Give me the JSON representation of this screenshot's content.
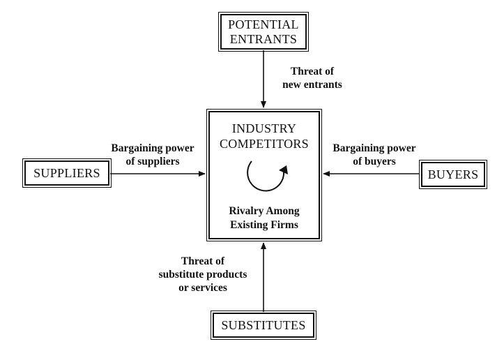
{
  "nodes": {
    "potential_entrants": "POTENTIAL\nENTRANTS",
    "industry_competitors": "INDUSTRY\nCOMPETITORS",
    "rivalry": "Rivalry Among\nExisting Firms",
    "suppliers": "SUPPLIERS",
    "buyers": "BUYERS",
    "substitutes": "SUBSTITUTES"
  },
  "edges": {
    "threat_new_entrants": "Threat of\nnew entrants",
    "supplier_power": "Bargaining power\nof suppliers",
    "buyer_power": "Bargaining power\nof buyers",
    "threat_substitutes": "Threat of\nsubstitute products\nor services"
  },
  "colors": {
    "ink": "#111111",
    "background": "#ffffff"
  }
}
